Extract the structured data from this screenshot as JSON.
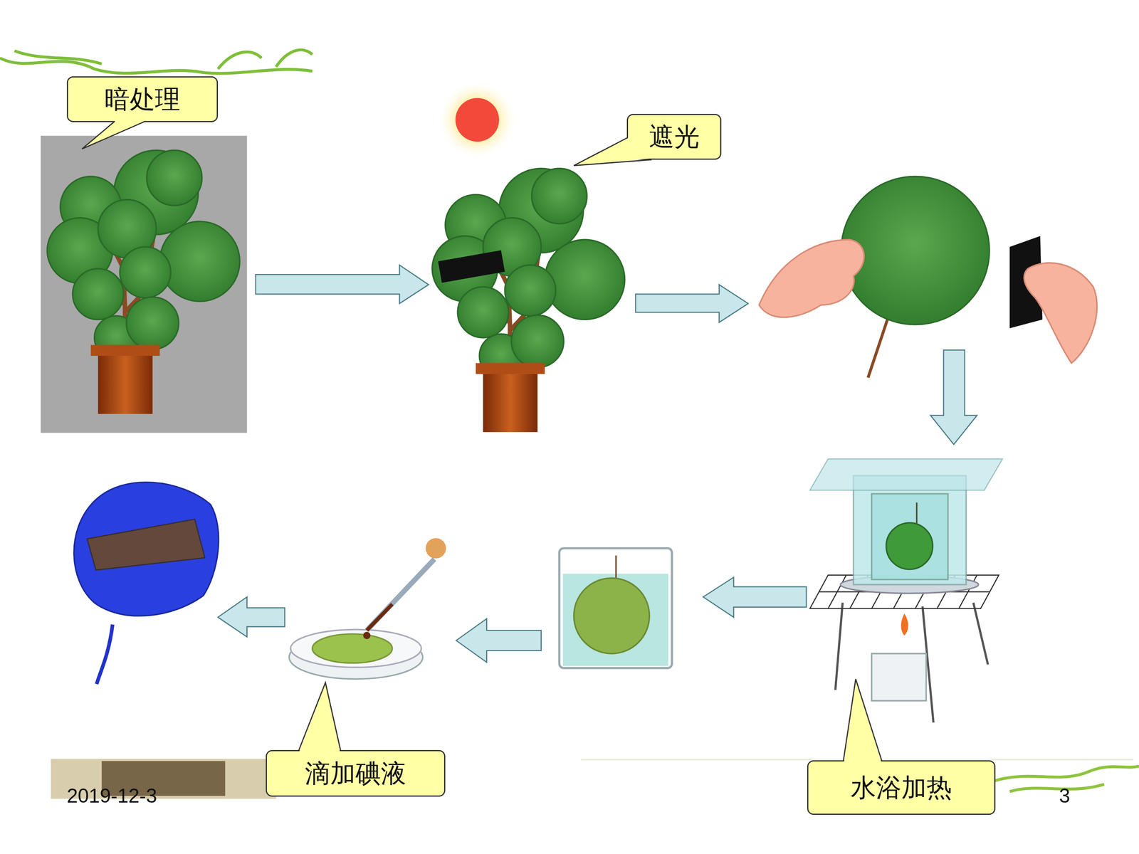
{
  "diagram": {
    "nodes": [
      {
        "text": [
          "暗处理"
        ]
      },
      {
        "text": [
          "遮光"
        ]
      },
      {
        "text": [
          "滴加碘液"
        ]
      },
      {
        "text": [
          "水浴加热"
        ]
      }
    ],
    "labels": [
      "2019-12-3",
      "3"
    ]
  }
}
